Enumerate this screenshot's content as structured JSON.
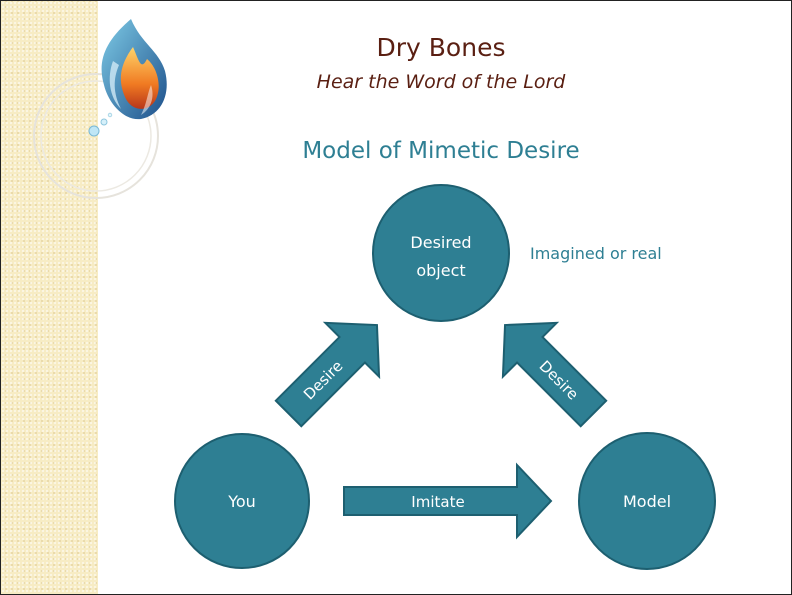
{
  "slide": {
    "title": "Dry Bones",
    "subtitle": "Hear the Word of the Lord",
    "heading": "Model of Mimetic Desire"
  },
  "diagram": {
    "nodes": {
      "desired_object_line1": "Desired",
      "desired_object_line2": "object",
      "you": "You",
      "model": "Model"
    },
    "note": "Imagined or real",
    "arrows": {
      "left_desire": "Desire",
      "right_desire": "Desire",
      "imitate": "Imitate"
    }
  },
  "colors": {
    "node_fill": "#2e7f93",
    "node_stroke": "#1d5f70",
    "text_accent": "#2e7f93",
    "title_color": "#5a1f12",
    "sidebar": "#f7ecc4"
  }
}
